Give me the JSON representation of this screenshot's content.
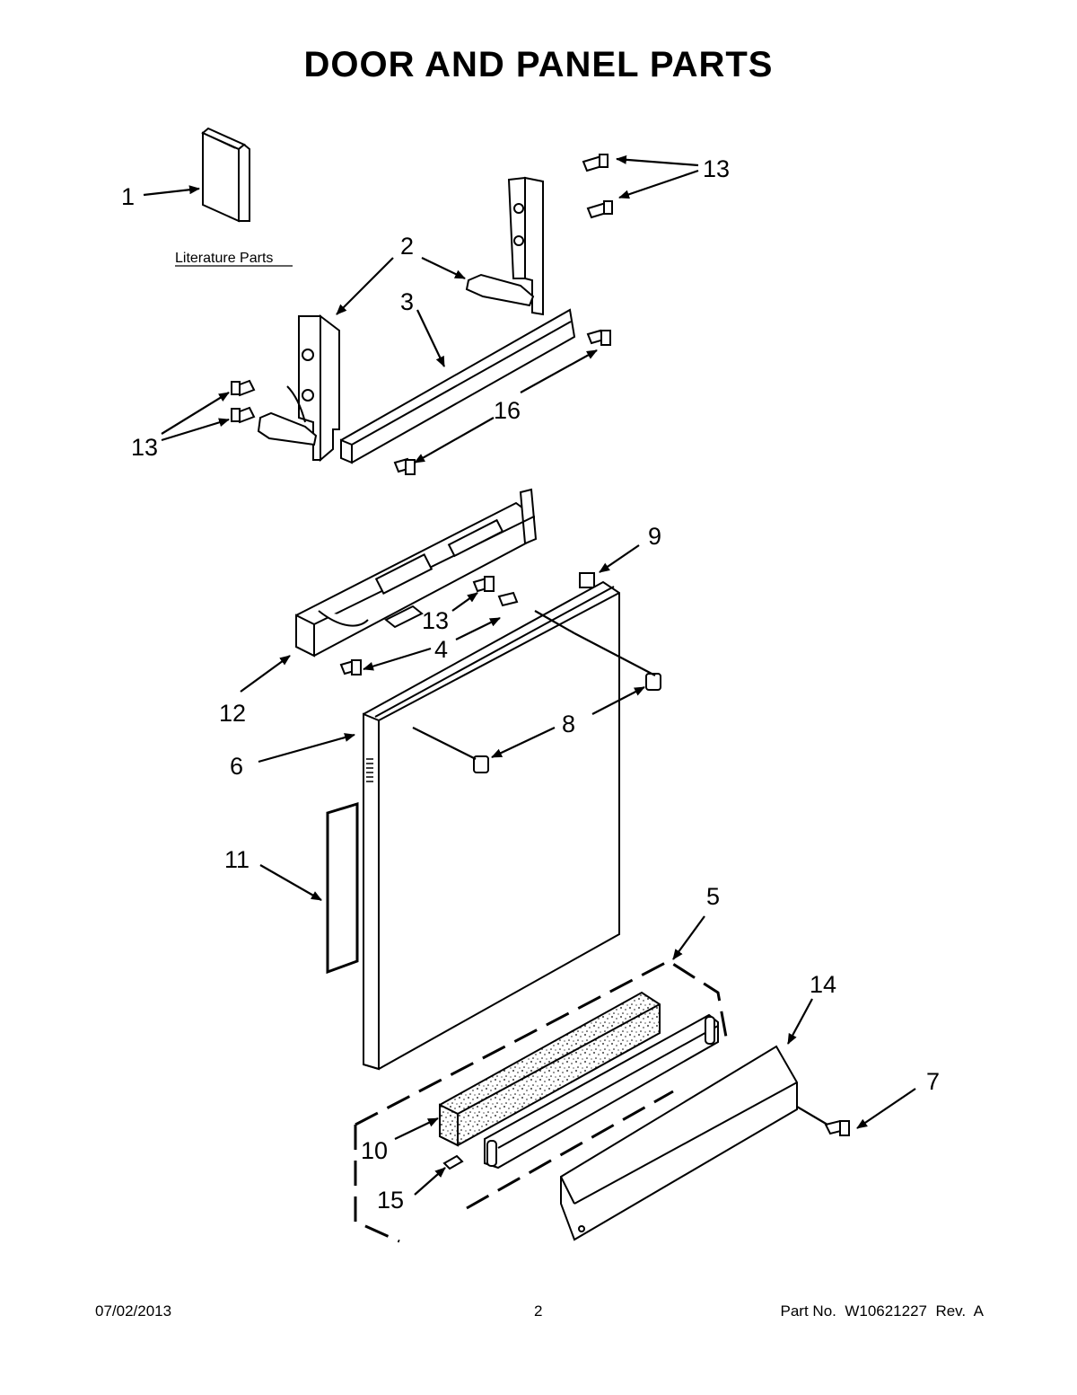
{
  "title": "DOOR AND PANEL PARTS",
  "literature_label": "Literature Parts",
  "callouts": {
    "c1": "1",
    "c2": "2",
    "c3": "3",
    "c4": "4",
    "c5": "5",
    "c6": "6",
    "c7": "7",
    "c8": "8",
    "c9": "9",
    "c10": "10",
    "c11": "11",
    "c12": "12",
    "c13": "13",
    "c14": "14",
    "c15": "15",
    "c16": "16"
  },
  "footer": {
    "date": "07/02/2013",
    "page": "2",
    "part": "Part No.  W10621227  Rev.  A"
  }
}
